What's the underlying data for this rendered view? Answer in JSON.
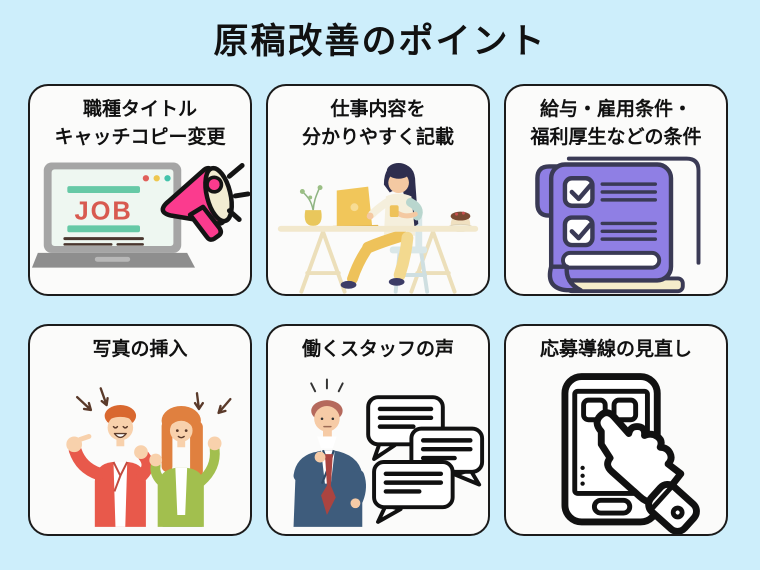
{
  "page": {
    "title": "原稿改善のポイント",
    "background_color": "#cdeefb",
    "card_background": "#fbfbfa",
    "card_border_color": "#1b1b1b"
  },
  "cards": [
    {
      "id": "job-title",
      "lines": [
        "職種タイトル",
        "キャッチコピー変更"
      ],
      "illustration": "laptop-megaphone",
      "screen_text": "JOB"
    },
    {
      "id": "job-description",
      "lines": [
        "仕事内容を",
        "分かりやすく記載"
      ],
      "illustration": "woman-working-at-desk"
    },
    {
      "id": "conditions",
      "lines": [
        "給与・雇用条件・",
        "福利厚生などの条件"
      ],
      "illustration": "checklist-scroll"
    },
    {
      "id": "photos",
      "lines": [
        "写真の挿入"
      ],
      "illustration": "cheering-people"
    },
    {
      "id": "staff-voice",
      "lines": [
        "働くスタッフの声"
      ],
      "illustration": "staff-speech-bubbles"
    },
    {
      "id": "application-flow",
      "lines": [
        "応募導線の見直し"
      ],
      "illustration": "smartphone-tap"
    }
  ],
  "colors": {
    "megaphone_pink": "#fb3b8e",
    "megaphone_cream": "#f2ecd2",
    "job_text_red": "#d85a50",
    "screen_bar_teal": "#66c9a6",
    "laptop_gray": "#a5a5a5",
    "checklist_purple": "#8f7fe4",
    "checklist_outline_navy": "#3a3a55",
    "scroll_cream": "#f5ecca",
    "red_jacket": "#e8594b",
    "green_jacket": "#a2bf4e",
    "orange_hair": "#d9682f",
    "suit_navy": "#3e5c7c",
    "tie_red": "#ab4440",
    "desk_cream": "#f2e8cc",
    "pants_yellow": "#eec25a"
  }
}
